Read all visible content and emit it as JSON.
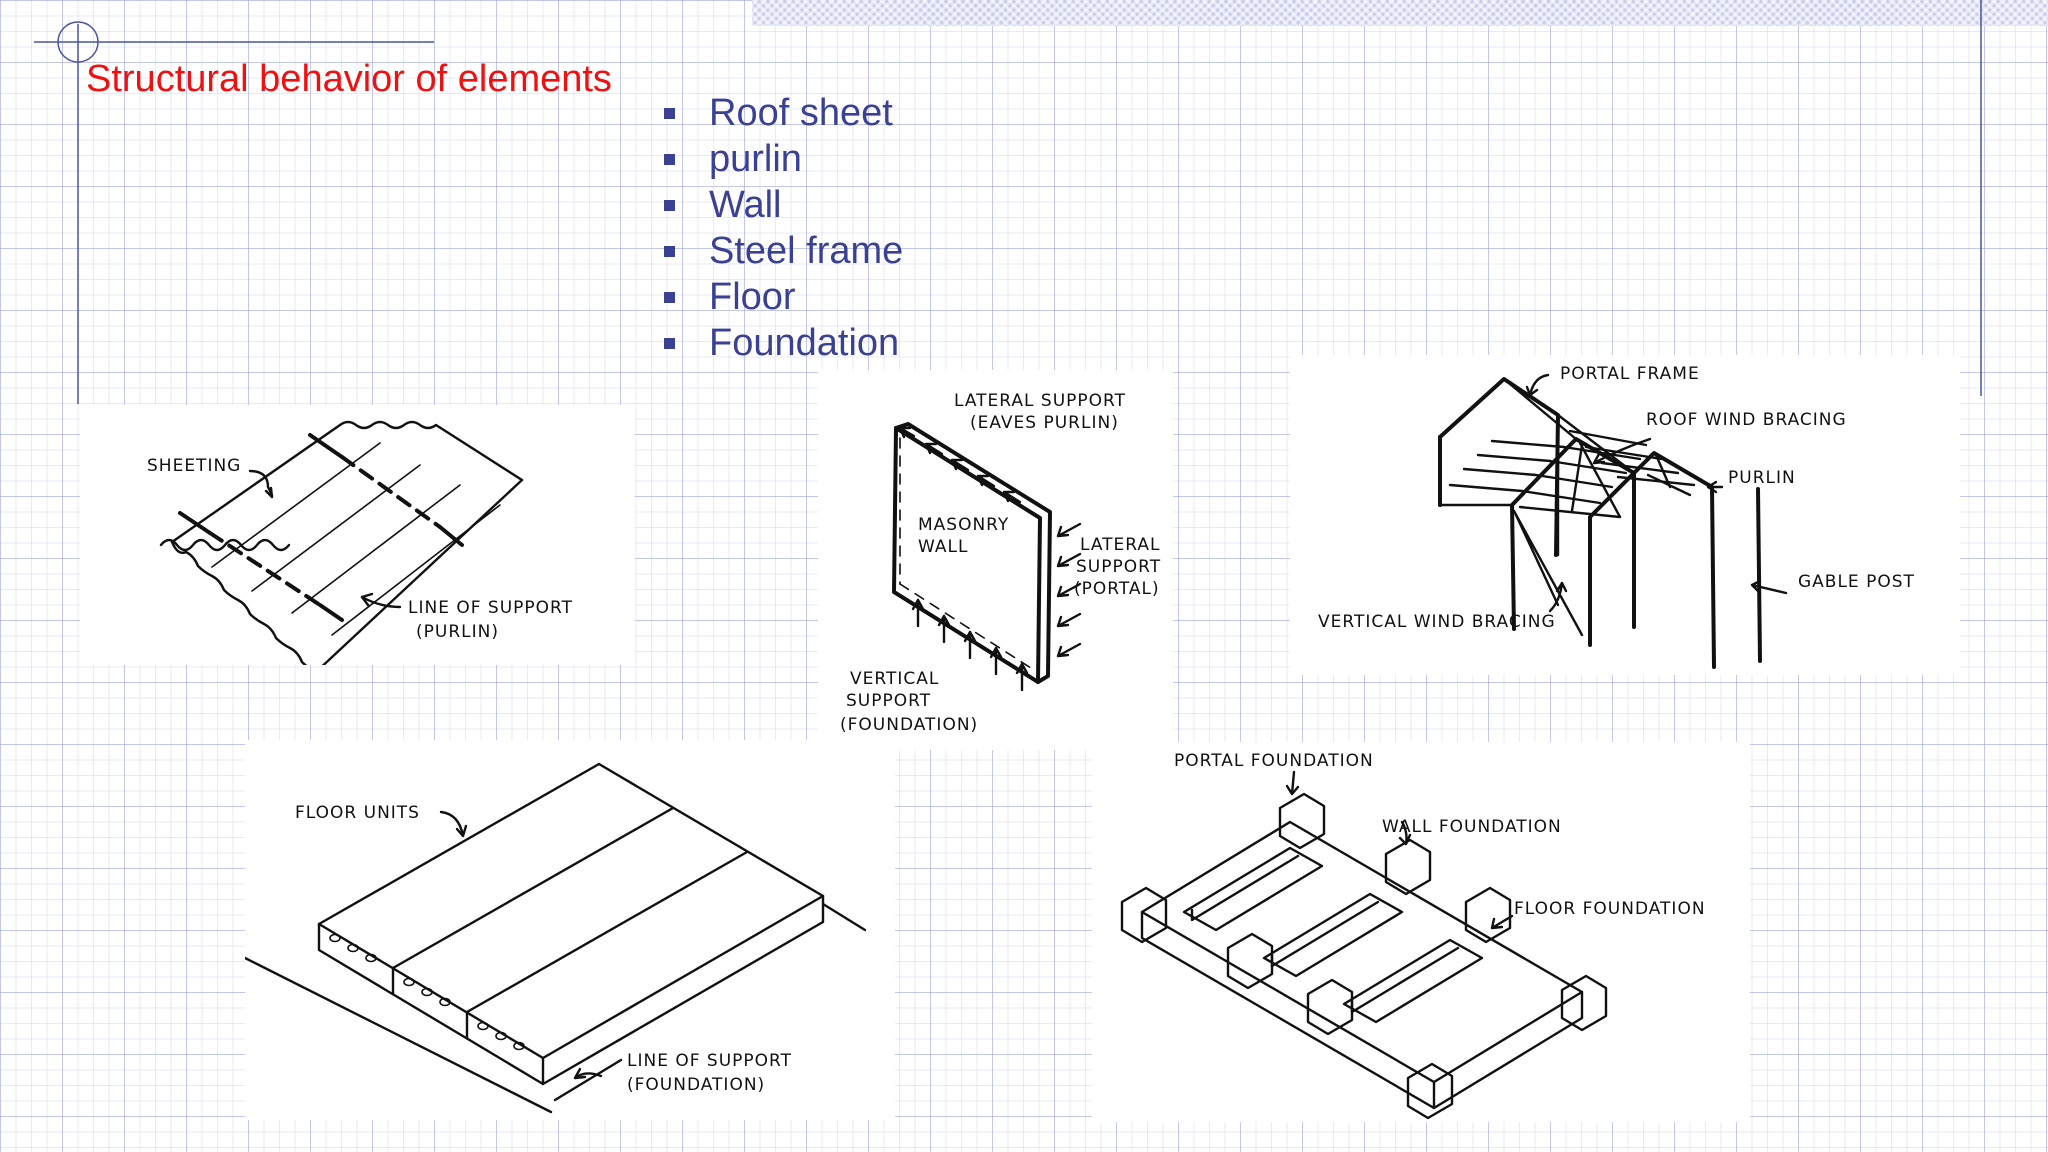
{
  "slide": {
    "title": "Structural behavior of elements",
    "colors": {
      "title": "#ee1111",
      "bullets": "#3b4192",
      "grid": "#9aa0d7"
    },
    "bullets": [
      "Roof sheet",
      "purlin",
      "Wall",
      "Steel frame",
      "Floor",
      "Foundation"
    ]
  },
  "figures": {
    "sheeting": {
      "sheeting_label": "SHEETING",
      "support_line1": "LINE OF SUPPORT",
      "support_line2": "(PURLIN)"
    },
    "wall": {
      "lateral_top1": "LATERAL SUPPORT",
      "lateral_top2": "(EAVES PURLIN)",
      "wall_line1": "MASONRY",
      "wall_line2": "WALL",
      "lateral_side1": "LATERAL",
      "lateral_side2": "SUPPORT",
      "lateral_side3": "(PORTAL)",
      "vertical1": "VERTICAL",
      "vertical2": "SUPPORT",
      "vertical3": "(FOUNDATION)"
    },
    "frame": {
      "portal_frame": "PORTAL FRAME",
      "roof_wind_bracing": "ROOF WIND BRACING",
      "purlin": "PURLIN",
      "gable_post": "GABLE POST",
      "vertical_wind_bracing": "VERTICAL WIND BRACING"
    },
    "floor": {
      "floor_units": "FLOOR UNITS",
      "support_line1": "LINE OF SUPPORT",
      "support_line2": "(FOUNDATION)"
    },
    "foundation": {
      "portal_foundation": "PORTAL FOUNDATION",
      "wall_foundation": "WALL FOUNDATION",
      "floor_foundation": "FLOOR FOUNDATION"
    }
  }
}
